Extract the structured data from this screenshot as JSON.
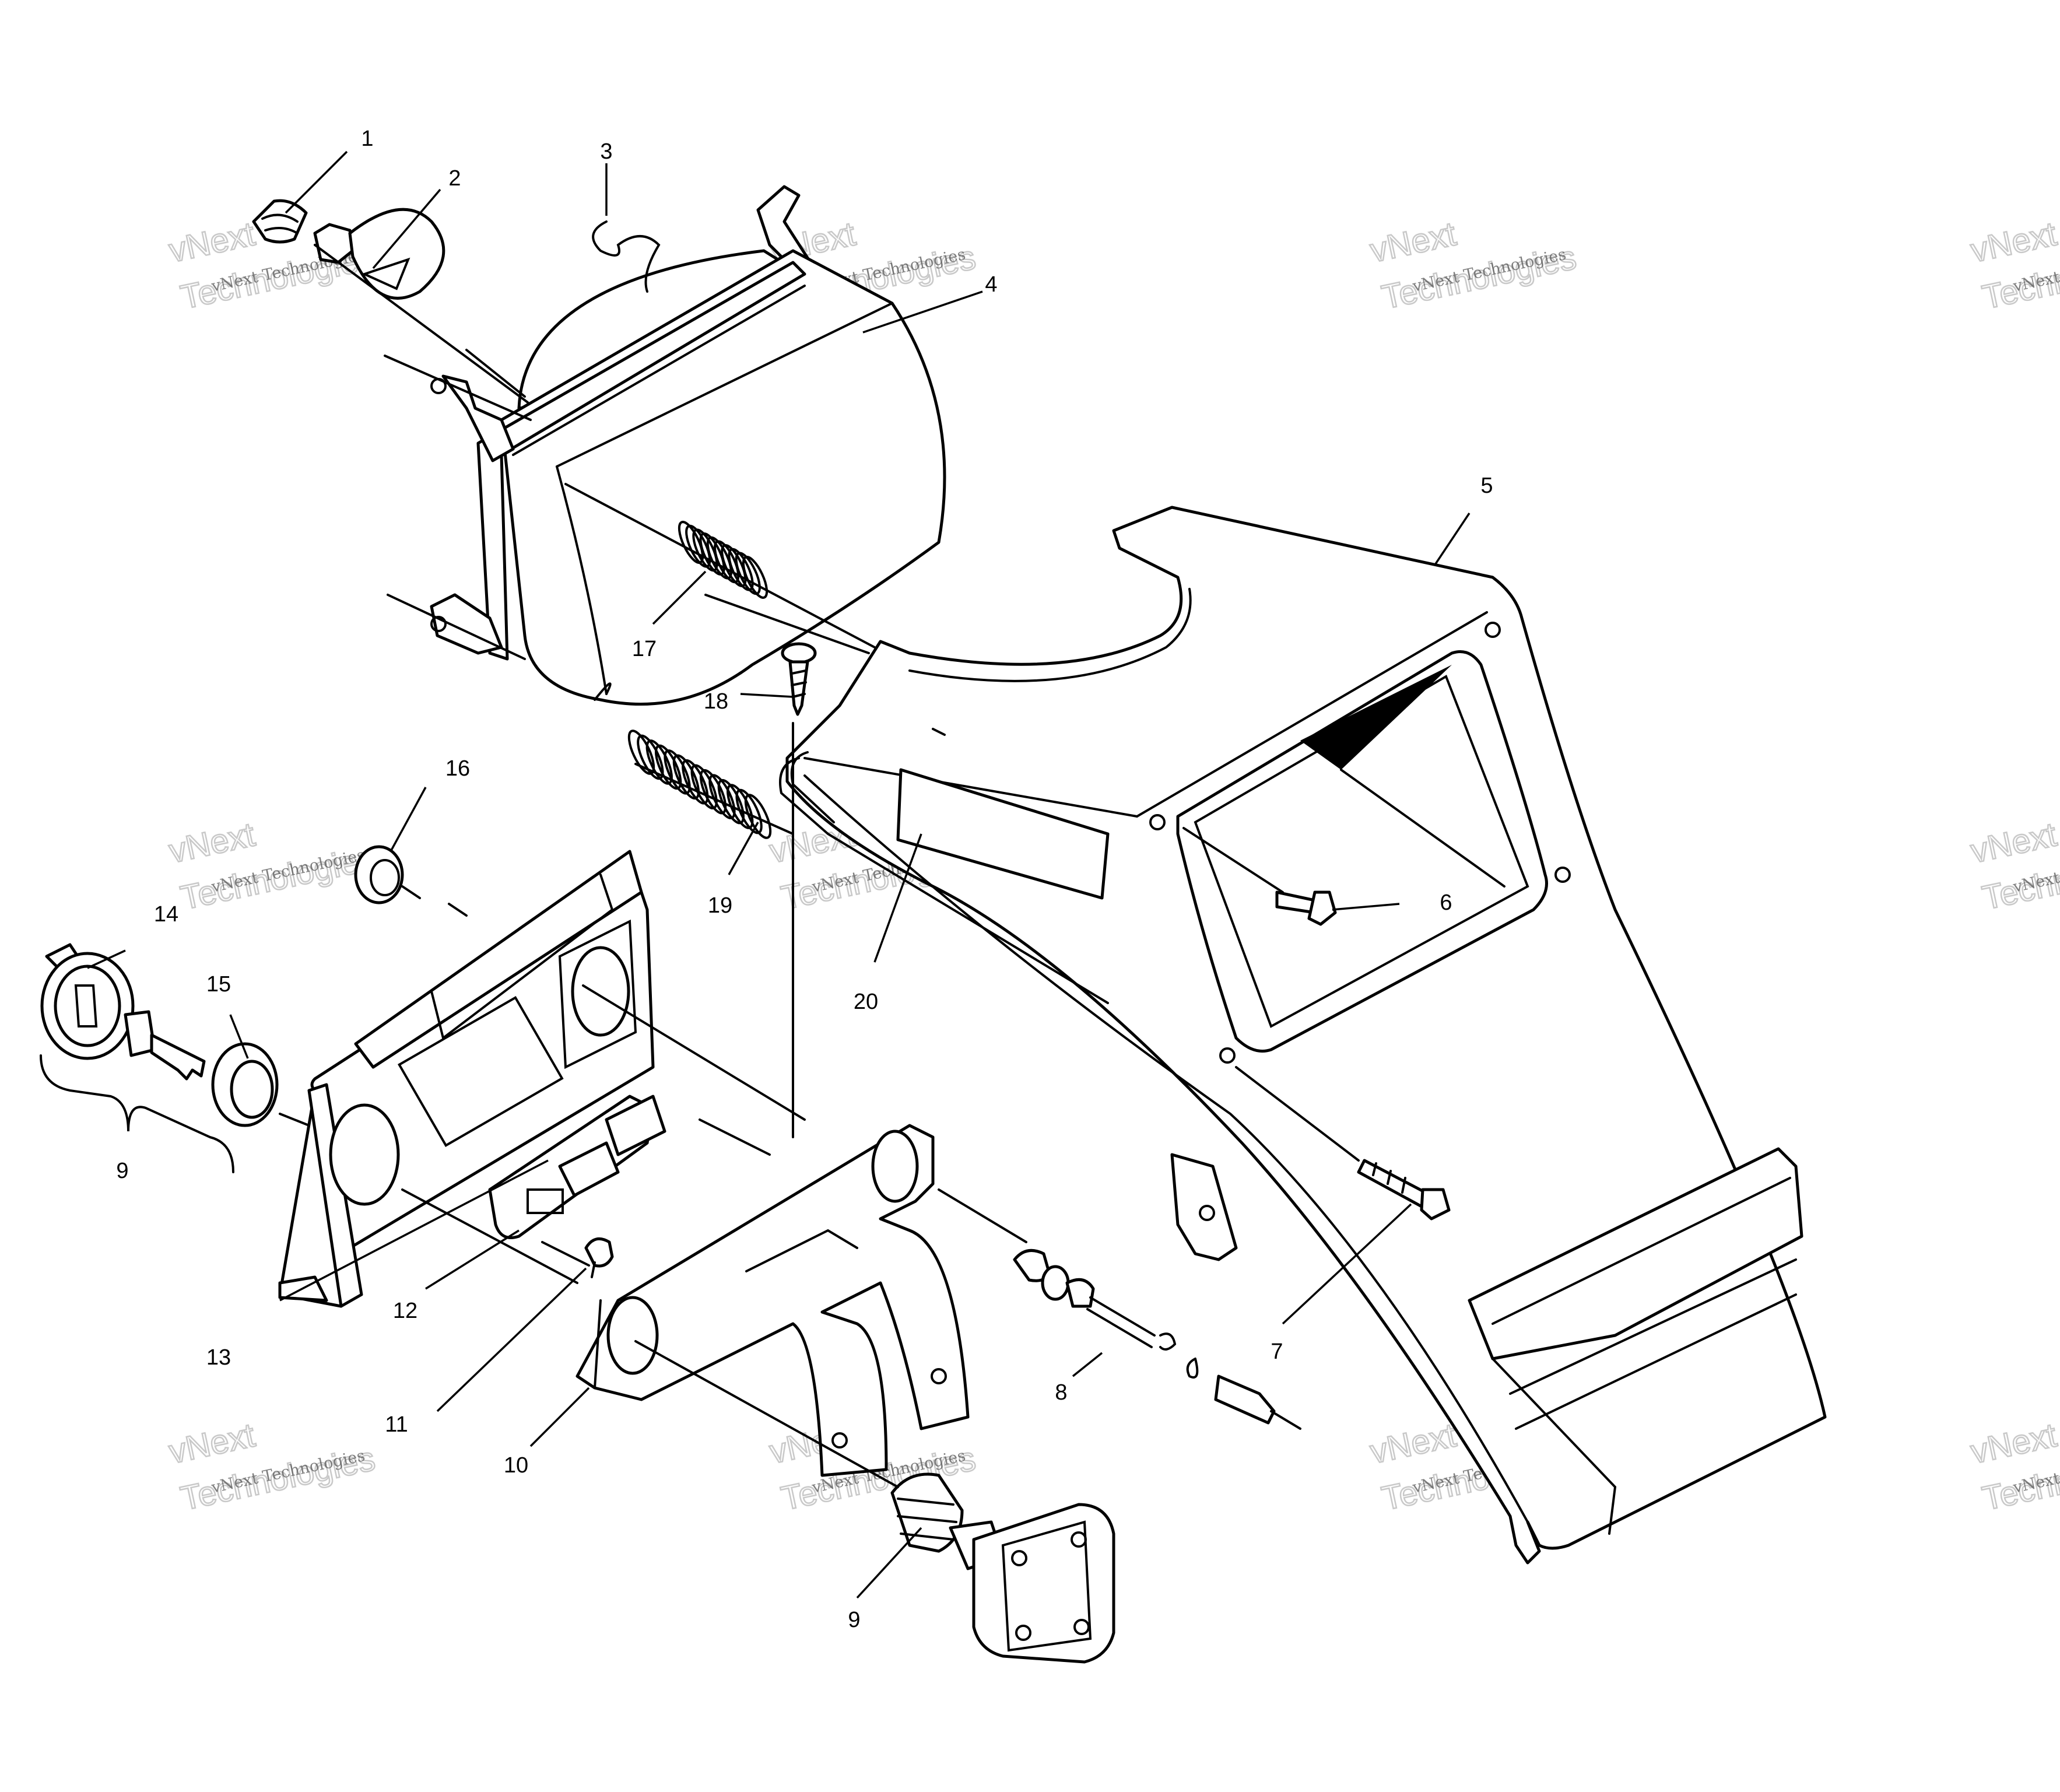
{
  "watermark": {
    "line1": "vNext Technologies",
    "outline_a": "vNext",
    "outline_b": "Technologies"
  },
  "callouts": [
    "1",
    "2",
    "3",
    "4",
    "5",
    "6",
    "7",
    "8",
    "9",
    "10",
    "11",
    "12",
    "13",
    "14",
    "15",
    "16",
    "17",
    "18",
    "19",
    "20",
    "9"
  ],
  "colors": {
    "line": "#000000",
    "background": "#ffffff",
    "watermark": "#bcbcbc"
  }
}
